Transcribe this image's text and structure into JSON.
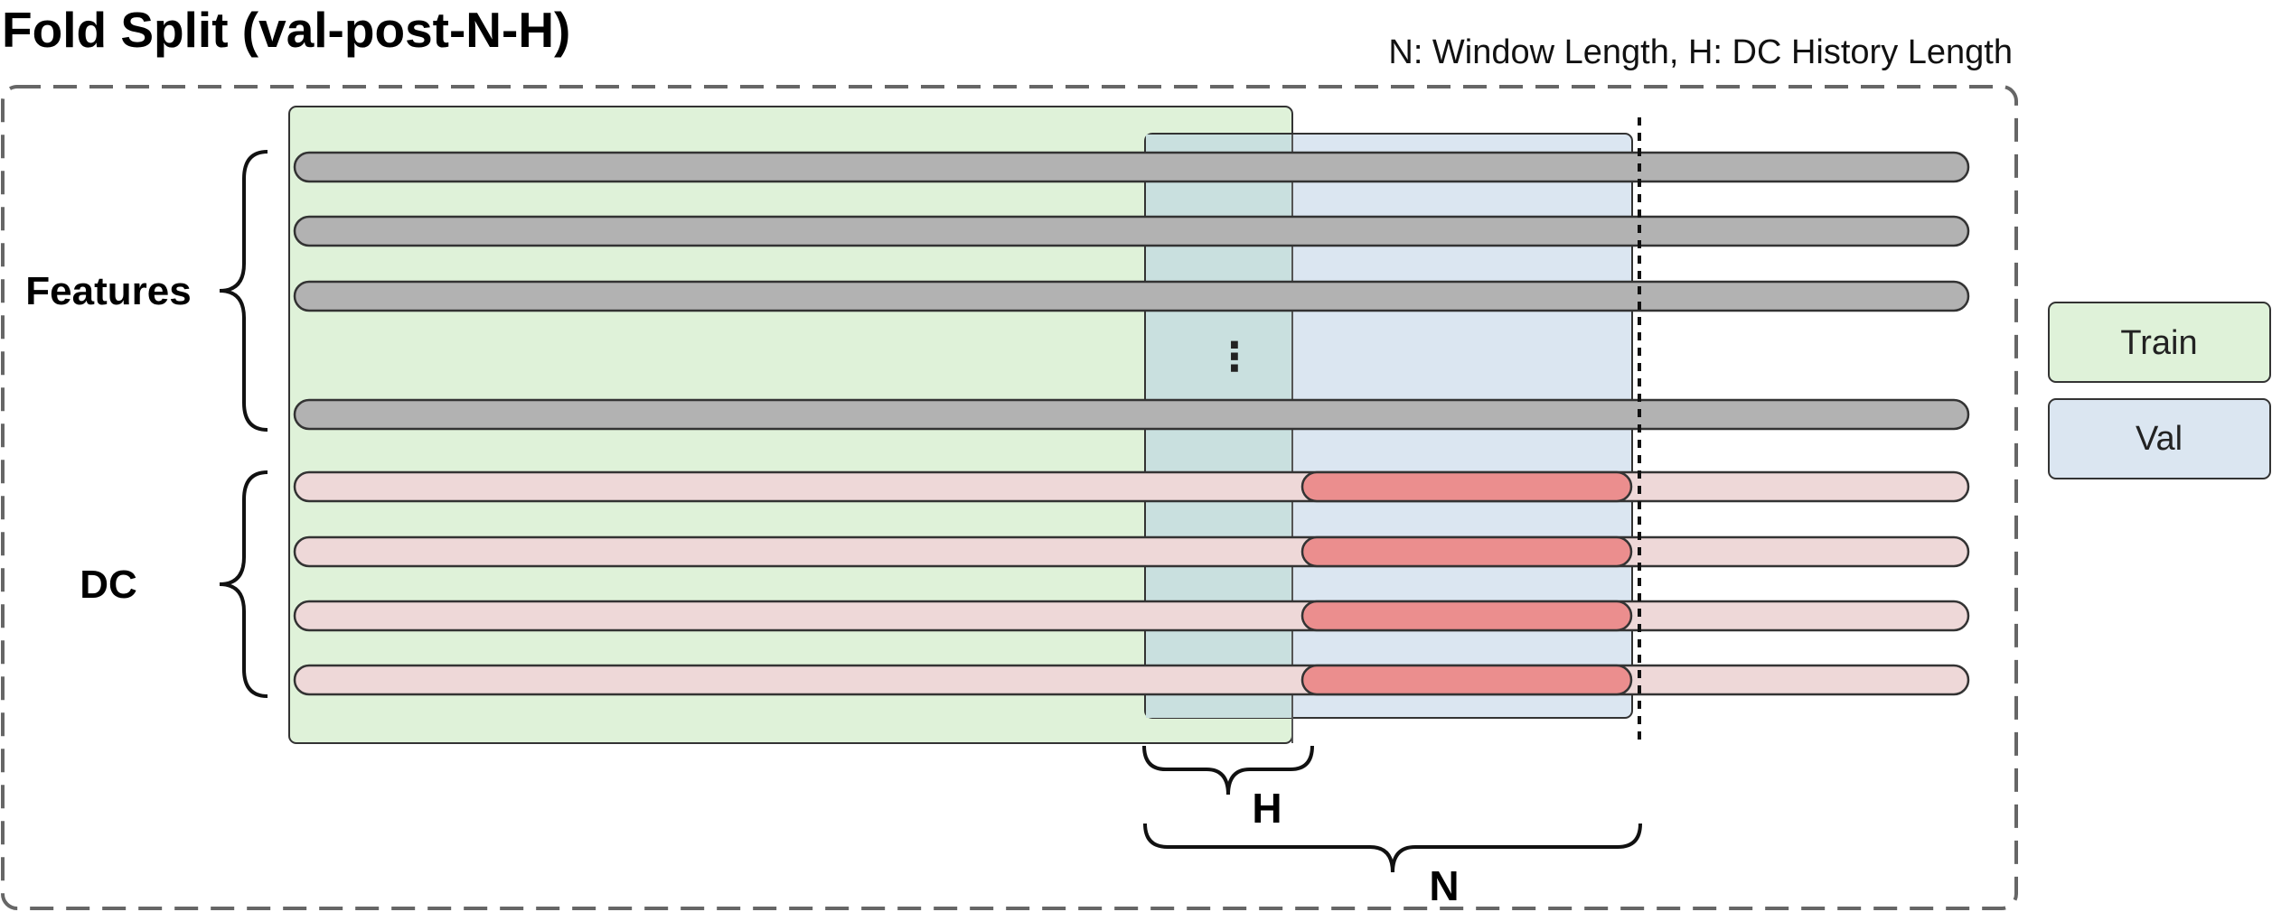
{
  "title": "Fold Split (val-post-N-H)",
  "subtitle": "N: Window Length, H: DC History Length",
  "groups": {
    "features": "Features",
    "dc": "DC"
  },
  "ellipsis": "⋮",
  "braces": {
    "h_label": "H",
    "n_label": "N"
  },
  "legend": [
    {
      "label": "Train",
      "color": "#dff2d9"
    },
    {
      "label": "Val",
      "color": "#dbe6f1"
    }
  ],
  "colors": {
    "train_region": "#dff2d9",
    "val_region": "#dbe6f1",
    "overlap_region": "#c9e0df",
    "feature_bar": "#b2b2b2",
    "dc_bar": "#eed8d8",
    "dc_highlight": "#eb8e8e",
    "border": "#444444"
  }
}
